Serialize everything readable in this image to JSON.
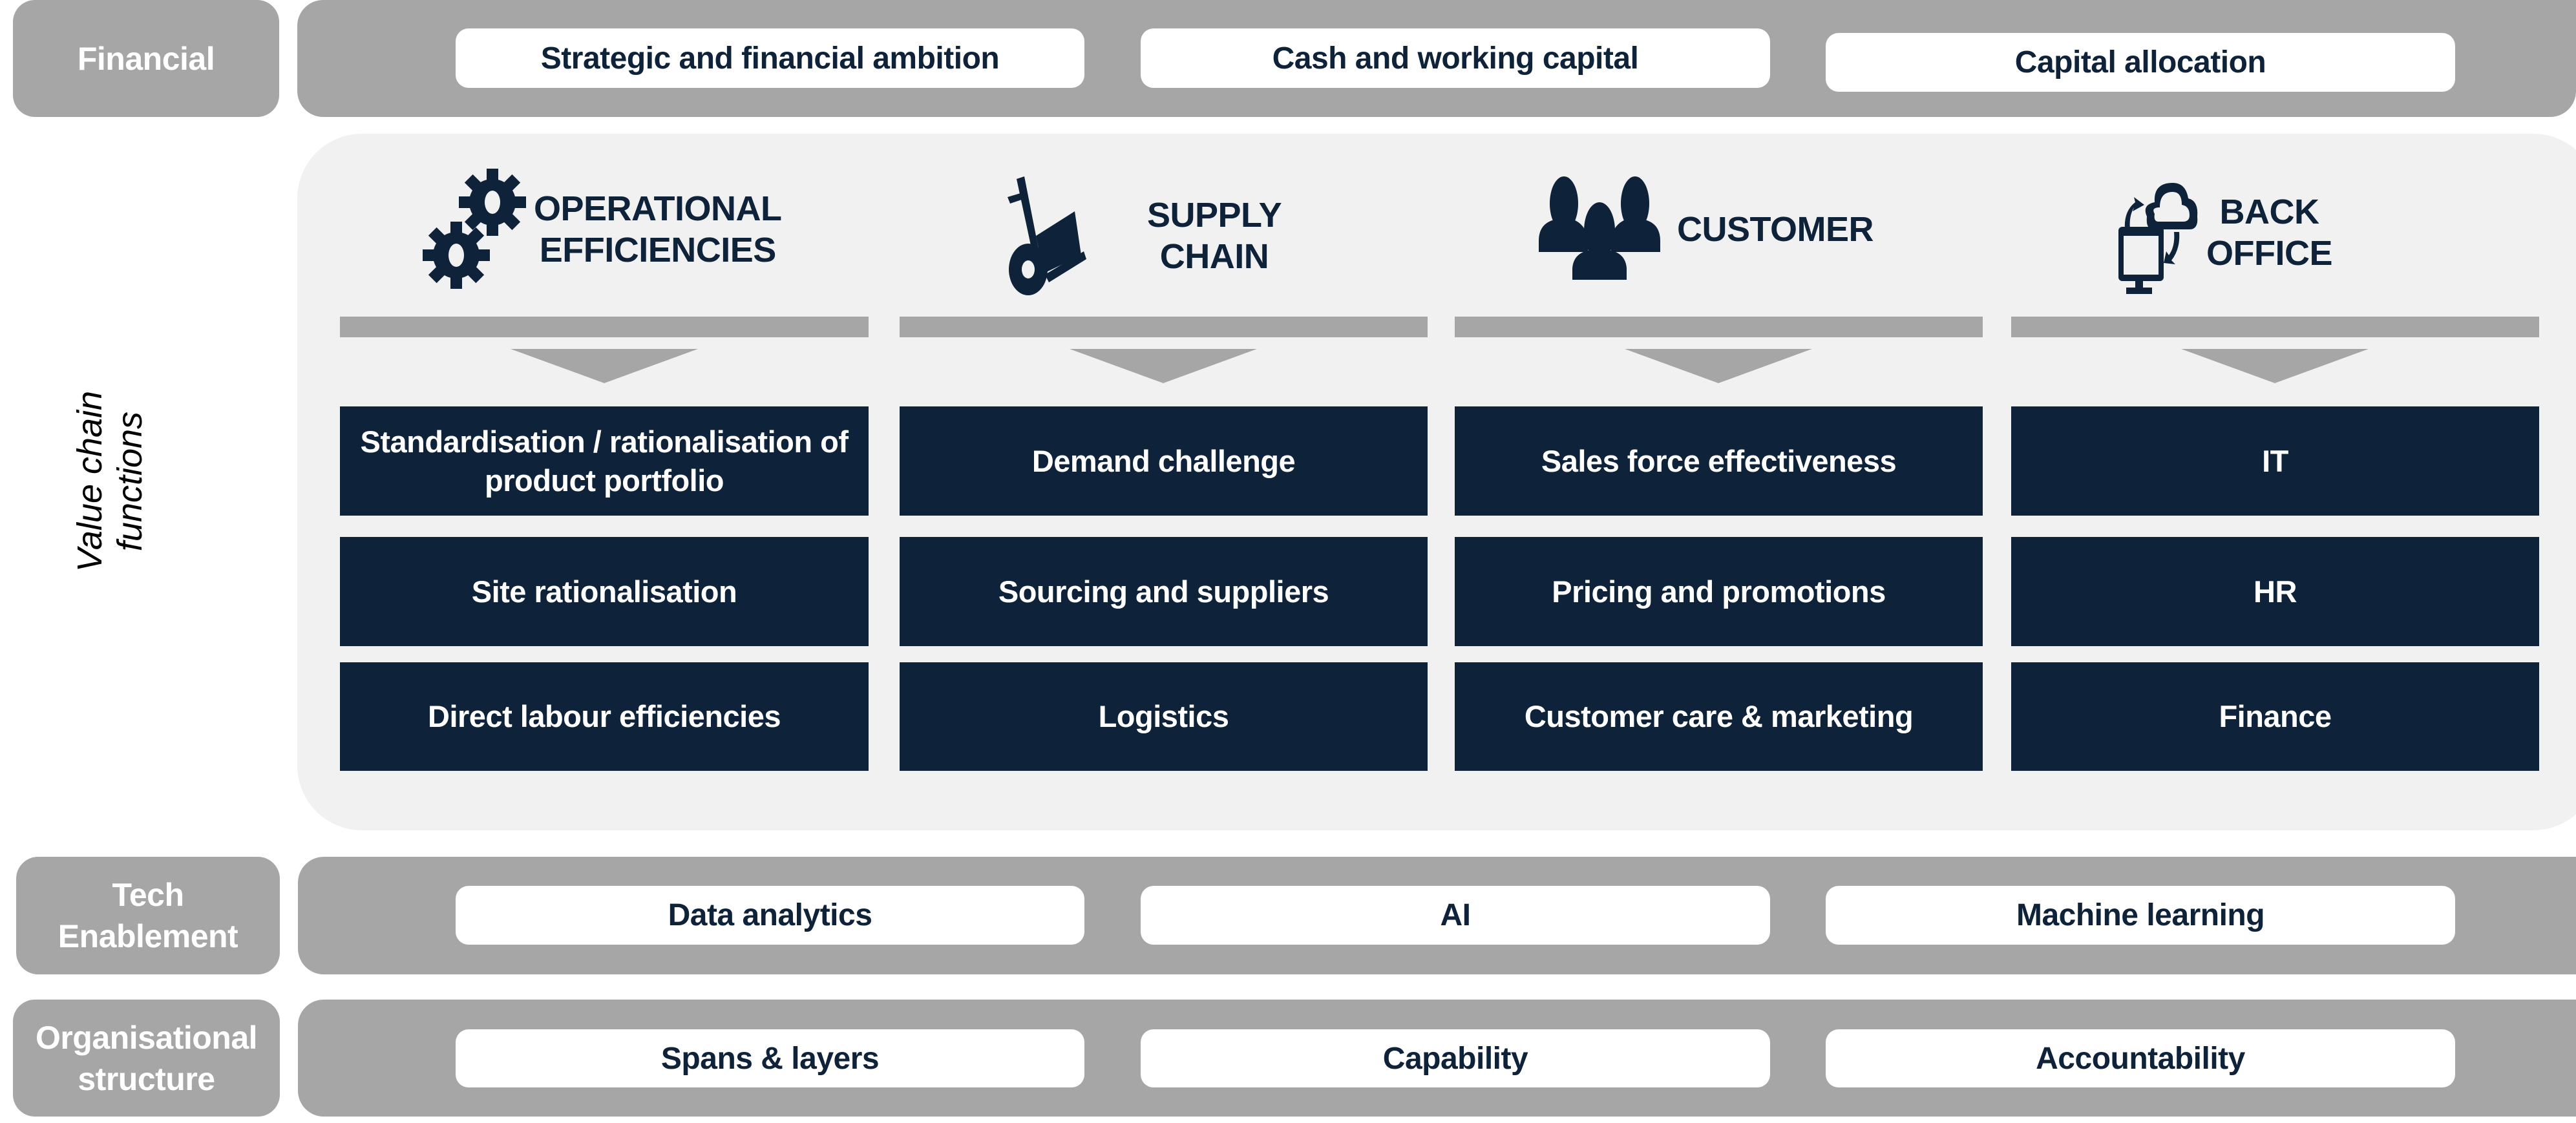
{
  "financial": {
    "label": "Financial",
    "items": [
      "Strategic and financial ambition",
      "Cash and working capital",
      "Capital allocation"
    ]
  },
  "value_chain": {
    "side_label_line1": "Value chain",
    "side_label_line2": "functions",
    "columns": [
      {
        "icon": "gears-icon",
        "title_line1": "OPERATIONAL",
        "title_line2": "EFFICIENCIES",
        "items": [
          "Standardisation / rationalisation of product portfolio",
          "Site rationalisation",
          "Direct labour efficiencies"
        ]
      },
      {
        "icon": "hand-truck-icon",
        "title_line1": "SUPPLY",
        "title_line2": "CHAIN",
        "items": [
          "Demand challenge",
          "Sourcing and suppliers",
          "Logistics"
        ]
      },
      {
        "icon": "people-icon",
        "title_line1": "CUSTOMER",
        "title_line2": "",
        "items": [
          "Sales force effectiveness",
          "Pricing and promotions",
          "Customer care & marketing"
        ]
      },
      {
        "icon": "cloud-computer-icon",
        "title_line1": "BACK",
        "title_line2": "OFFICE",
        "items": [
          "IT",
          "HR",
          "Finance"
        ]
      }
    ]
  },
  "tech": {
    "label_line1": "Tech",
    "label_line2": "Enablement",
    "items": [
      "Data analytics",
      "AI",
      "Machine learning"
    ]
  },
  "org": {
    "label_line1": "Organisational",
    "label_line2": "structure",
    "items": [
      "Spans & layers",
      "Capability",
      "Accountability"
    ]
  },
  "colors": {
    "navy": "#0e2239",
    "gray": "#a6a6a6",
    "panel": "#f1f1f1",
    "white": "#ffffff"
  }
}
